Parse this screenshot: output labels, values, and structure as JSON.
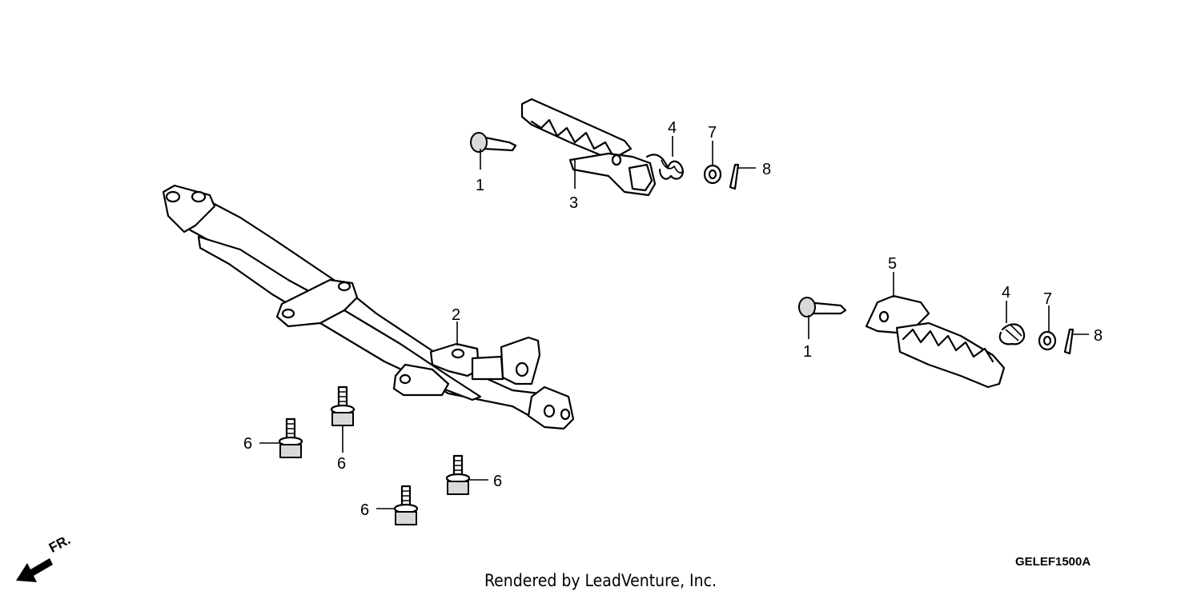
{
  "callouts": {
    "pivot_pin_left": "1",
    "footpeg_left": "3",
    "spring_left": "4",
    "washer_left": "7",
    "cotter_pin_left": "8",
    "step_bar": "2",
    "footpeg_right": "5",
    "pivot_pin_right": "1",
    "spring_right": "4",
    "washer_right": "7",
    "cotter_pin_right": "8",
    "bolt_a": "6",
    "bolt_b": "6",
    "bolt_c": "6",
    "bolt_d": "6"
  },
  "orientation": {
    "label": "FR."
  },
  "diagram_code": "GELEF1500A",
  "credit": "Rendered by LeadVenture, Inc."
}
